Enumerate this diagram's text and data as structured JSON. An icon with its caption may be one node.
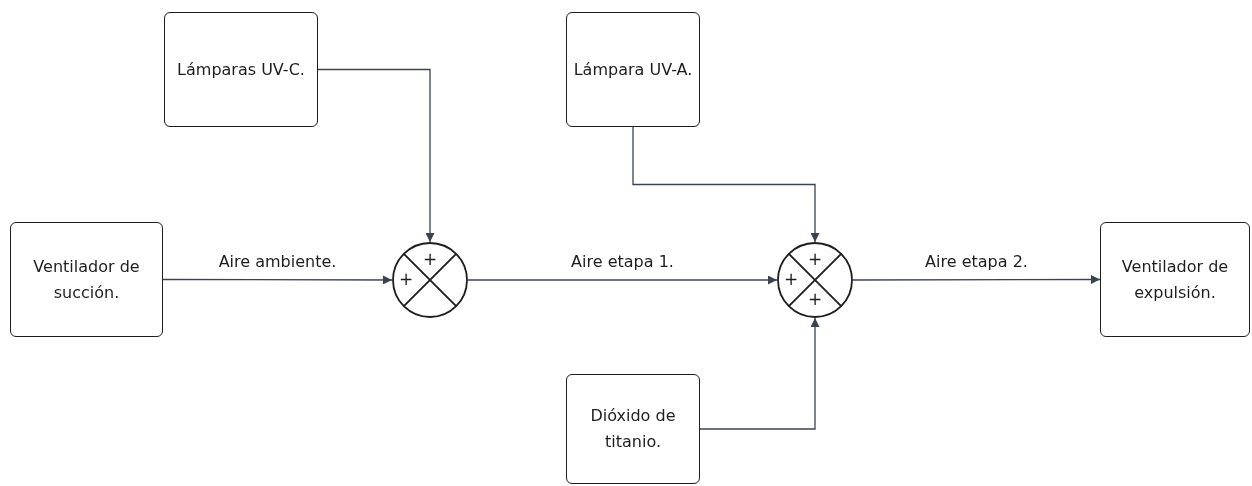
{
  "diagram": {
    "nodes": [
      {
        "text": [
          "Lámparas UV-C."
        ]
      },
      {
        "text": [
          "Lámpara UV-A."
        ]
      },
      {
        "text": [
          "Ventilador de succión."
        ]
      },
      {
        "text": [
          "+",
          "+"
        ]
      },
      {
        "text": [
          "+",
          "+",
          "+"
        ]
      },
      {
        "text": [
          "Ventilador de expulsión."
        ]
      },
      {
        "text": [
          "Dióxido de titanio."
        ]
      }
    ],
    "edges": [
      {
        "from": 0,
        "to": 3,
        "arrow": "to"
      },
      {
        "from": 2,
        "to": 3,
        "arrow": "to",
        "label": "Aire ambiente."
      },
      {
        "from": 3,
        "to": 4,
        "arrow": "to",
        "label": "Aire etapa 1."
      },
      {
        "from": 1,
        "to": 4,
        "arrow": "to"
      },
      {
        "from": 6,
        "to": 4,
        "arrow": "to"
      },
      {
        "from": 4,
        "to": 5,
        "arrow": "to",
        "label": "Aire etapa 2."
      }
    ]
  }
}
